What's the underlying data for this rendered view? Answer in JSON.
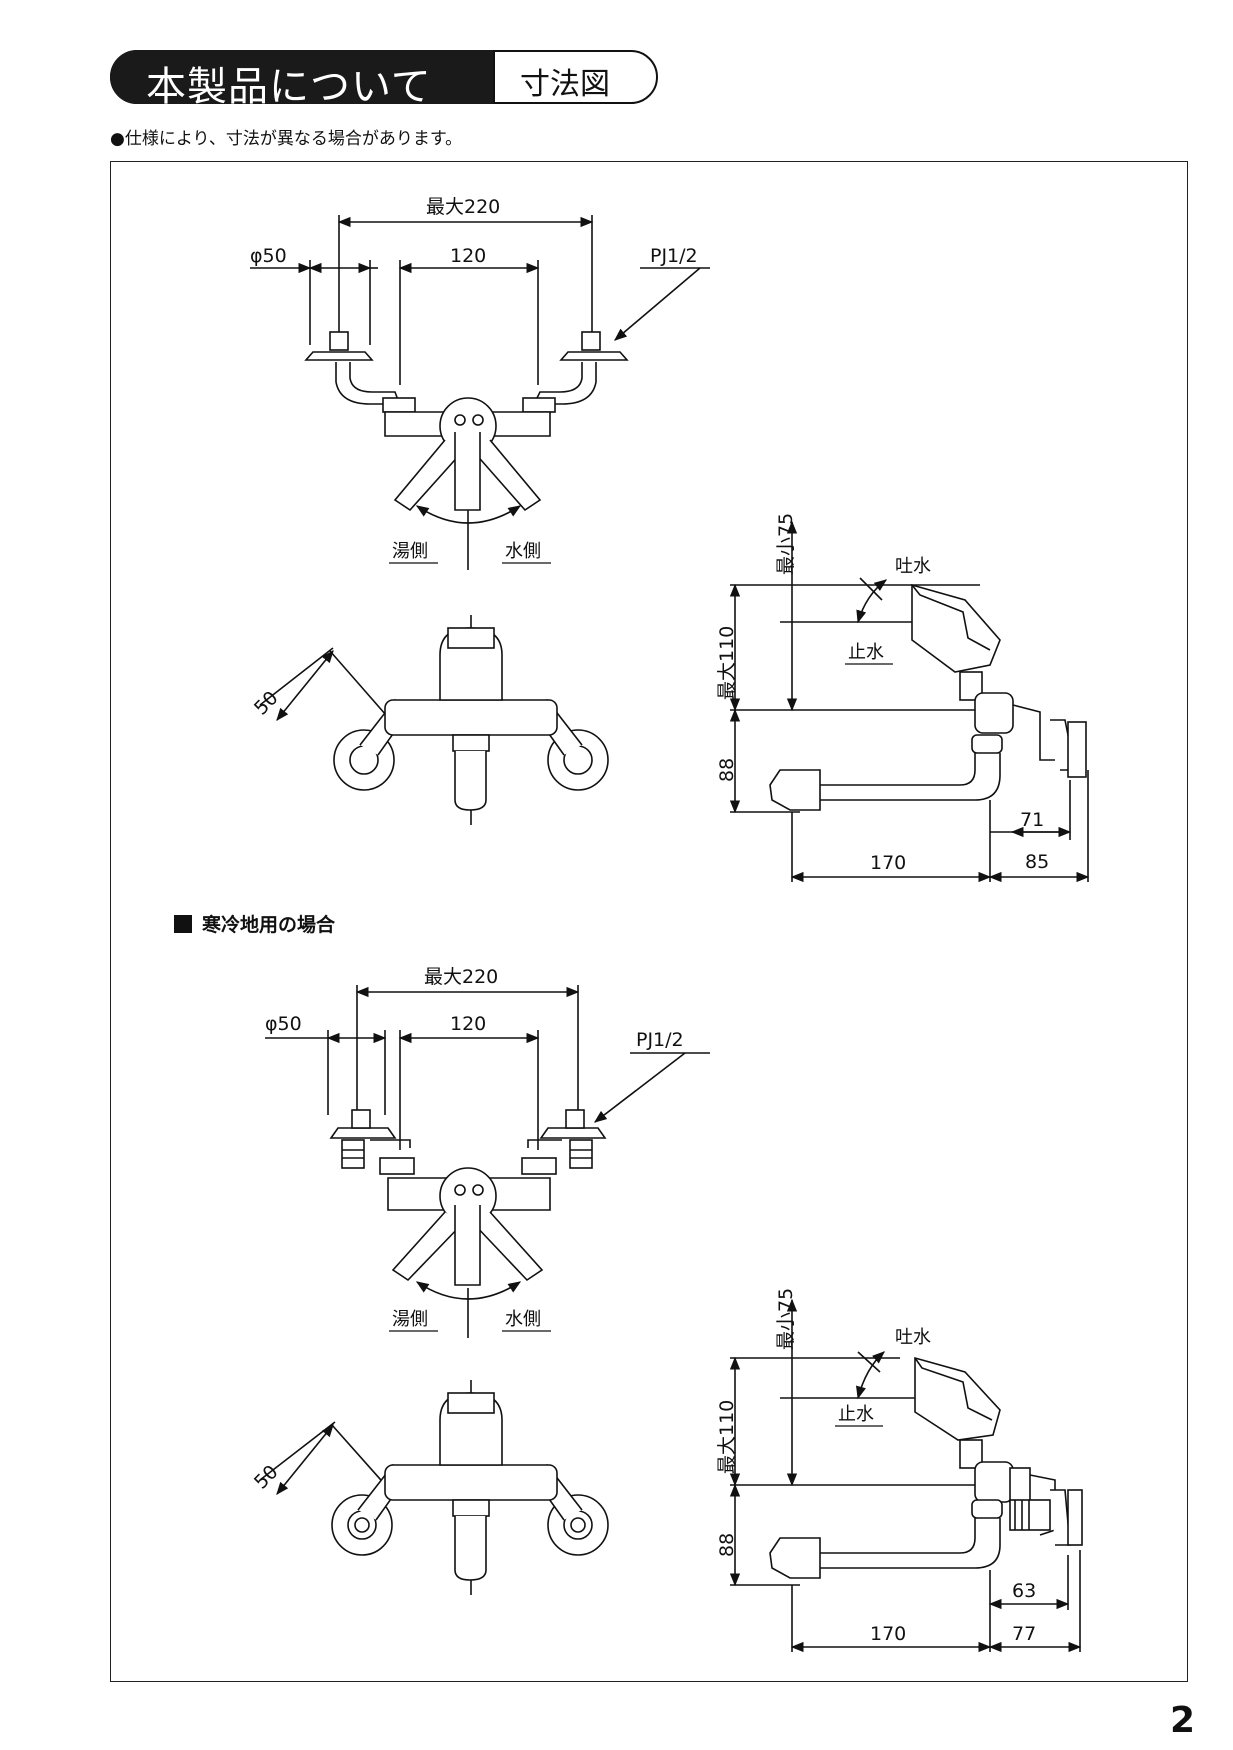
{
  "header": {
    "title": "本製品について",
    "subtitle": "寸法図"
  },
  "note": "●仕様により、寸法が異なる場合があります。",
  "page_number": "2",
  "standard": {
    "max_width": "最大220",
    "pitch": "120",
    "diameter": "φ50",
    "thread": "PJ1/2",
    "hot_side": "湯側",
    "cold_side": "水側",
    "lever_angle_dim": "50",
    "min_height": "最小75",
    "max_height": "最大110",
    "discharge": "吐水",
    "stop": "止水",
    "spout_height": "88",
    "spout_reach": "170",
    "wall_depth": "85",
    "body_depth": "71"
  },
  "cold_region": {
    "section_title": "寒冷地用の場合",
    "max_width": "最大220",
    "pitch": "120",
    "diameter": "φ50",
    "thread": "PJ1/2",
    "hot_side": "湯側",
    "cold_side": "水側",
    "lever_angle_dim": "50",
    "min_height": "最小75",
    "max_height": "最大110",
    "discharge": "吐水",
    "stop": "止水",
    "spout_height": "88",
    "spout_reach": "170",
    "wall_depth": "77",
    "body_depth": "63"
  }
}
